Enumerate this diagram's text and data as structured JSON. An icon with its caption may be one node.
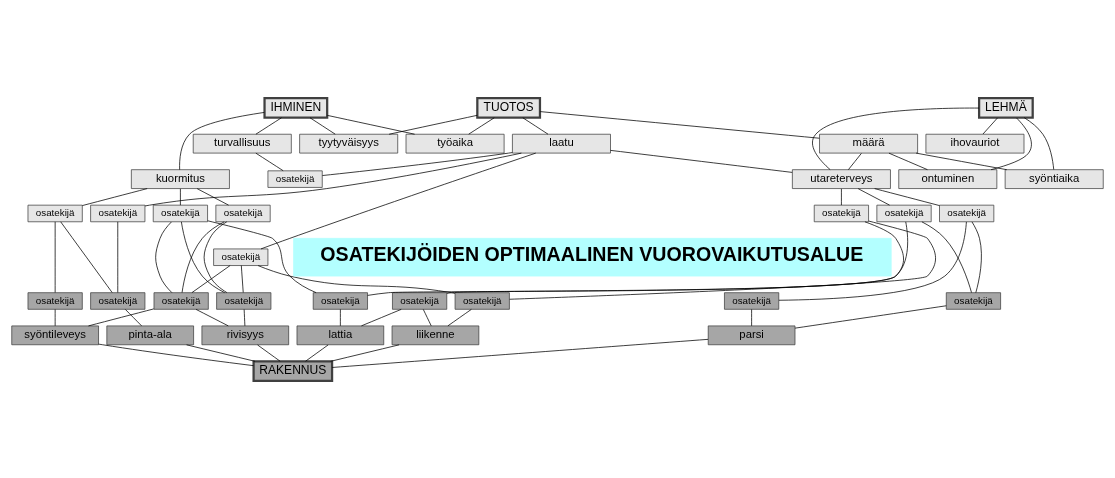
{
  "diagram": {
    "nodes": [
      {
        "text": [
          "IHMINEN"
        ]
      },
      {
        "text": [
          "TUOTOS"
        ]
      },
      {
        "text": [
          "LEHMÄ"
        ]
      },
      {
        "text": [
          "tyytyväisyys"
        ]
      },
      {
        "text": [
          "työaika"
        ]
      },
      {
        "text": [
          "turvallisuus"
        ]
      },
      {
        "text": [
          "kuormitus"
        ]
      },
      {
        "text": [
          "määrä"
        ]
      },
      {
        "text": [
          "laatu"
        ]
      },
      {
        "text": [
          "ontuminen"
        ]
      },
      {
        "text": [
          "ihovauriot"
        ]
      },
      {
        "text": [
          "syöntiaika"
        ]
      },
      {
        "text": [
          "utareterveys"
        ]
      },
      {
        "text": [
          "osatekijä"
        ]
      },
      {
        "text": [
          "osatekijä"
        ]
      },
      {
        "text": [
          "osatekijä"
        ]
      },
      {
        "text": [
          "osatekijä"
        ]
      },
      {
        "text": [
          "osatekijä"
        ]
      },
      {
        "text": [
          "osatekijä"
        ]
      },
      {
        "text": [
          "osatekijä"
        ]
      },
      {
        "text": [
          "osatekijä"
        ]
      },
      {
        "text": [
          "osatekijä"
        ]
      },
      {
        "text": [
          "OSATEKIJÖIDEN OPTIMAALINEN VUOROVAIKUTUSALUE"
        ]
      },
      {
        "text": [
          "osatekijä"
        ]
      },
      {
        "text": [
          "osatekijä"
        ]
      },
      {
        "text": [
          "osatekijä"
        ]
      },
      {
        "text": [
          "osatekijä"
        ]
      },
      {
        "text": [
          "osatekijä"
        ]
      },
      {
        "text": [
          "osatekijä"
        ]
      },
      {
        "text": [
          "osatekijä"
        ]
      },
      {
        "text": [
          "osatekijä"
        ]
      },
      {
        "text": [
          "osatekijä"
        ]
      },
      {
        "text": [
          "rivisyys"
        ]
      },
      {
        "text": [
          "syöntileveys"
        ]
      },
      {
        "text": [
          "pinta-ala"
        ]
      },
      {
        "text": [
          "liikenne"
        ]
      },
      {
        "text": [
          "lattia"
        ]
      },
      {
        "text": [
          "parsi"
        ]
      },
      {
        "text": [
          "RAKENNUS"
        ]
      }
    ],
    "edges": [
      {
        "from": 0,
        "to": 3,
        "arrow": "none"
      },
      {
        "from": 0,
        "to": 4,
        "arrow": "none"
      },
      {
        "from": 0,
        "to": 5,
        "arrow": "none"
      },
      {
        "from": 0,
        "to": 6,
        "arrow": "none"
      },
      {
        "from": 1,
        "to": 3,
        "arrow": "none"
      },
      {
        "from": 1,
        "to": 4,
        "arrow": "none"
      },
      {
        "from": 1,
        "to": 7,
        "arrow": "none"
      },
      {
        "from": 1,
        "to": 8,
        "arrow": "none"
      },
      {
        "from": 2,
        "to": 9,
        "arrow": "none"
      },
      {
        "from": 2,
        "to": 10,
        "arrow": "none"
      },
      {
        "from": 2,
        "to": 11,
        "arrow": "none"
      },
      {
        "from": 2,
        "to": 12,
        "arrow": "none"
      },
      {
        "from": 7,
        "to": 9,
        "arrow": "none"
      },
      {
        "from": 7,
        "to": 11,
        "arrow": "none"
      },
      {
        "from": 7,
        "to": 12,
        "arrow": "none"
      },
      {
        "from": 5,
        "to": 13,
        "arrow": "none"
      },
      {
        "from": 8,
        "to": 13,
        "arrow": "none"
      },
      {
        "from": 8,
        "to": 14,
        "arrow": "none"
      },
      {
        "from": 8,
        "to": 15,
        "arrow": "none"
      },
      {
        "from": 8,
        "to": 12,
        "arrow": "none"
      },
      {
        "from": 6,
        "to": 16,
        "arrow": "none"
      },
      {
        "from": 6,
        "to": 17,
        "arrow": "none"
      },
      {
        "from": 6,
        "to": 18,
        "arrow": "none"
      },
      {
        "from": 12,
        "to": 19,
        "arrow": "none"
      },
      {
        "from": 12,
        "to": 20,
        "arrow": "none"
      },
      {
        "from": 12,
        "to": 21,
        "arrow": "none"
      },
      {
        "from": 16,
        "to": 23,
        "arrow": "none"
      },
      {
        "from": 16,
        "to": 24,
        "arrow": "none"
      },
      {
        "from": 17,
        "to": 23,
        "arrow": "none"
      },
      {
        "from": 17,
        "to": 24,
        "arrow": "none"
      },
      {
        "from": 17,
        "to": 29,
        "arrow": "none"
      },
      {
        "from": 18,
        "to": 25,
        "arrow": "none"
      },
      {
        "from": 18,
        "to": 26,
        "arrow": "none"
      },
      {
        "from": 14,
        "to": 26,
        "arrow": "none"
      },
      {
        "from": 15,
        "to": 23,
        "arrow": "none"
      },
      {
        "from": 15,
        "to": 24,
        "arrow": "none"
      },
      {
        "from": 15,
        "to": 27,
        "arrow": "none"
      },
      {
        "from": 19,
        "to": 27,
        "arrow": "none"
      },
      {
        "from": 19,
        "to": 28,
        "arrow": "none"
      },
      {
        "from": 20,
        "to": 29,
        "arrow": "none"
      },
      {
        "from": 20,
        "to": 30,
        "arrow": "none"
      },
      {
        "from": 21,
        "to": 30,
        "arrow": "none"
      },
      {
        "from": 21,
        "to": 31,
        "arrow": "none"
      },
      {
        "from": 23,
        "to": 32,
        "arrow": "none"
      },
      {
        "from": 24,
        "to": 32,
        "arrow": "none"
      },
      {
        "from": 24,
        "to": 33,
        "arrow": "none"
      },
      {
        "from": 25,
        "to": 33,
        "arrow": "none"
      },
      {
        "from": 26,
        "to": 34,
        "arrow": "none"
      },
      {
        "from": 27,
        "to": 35,
        "arrow": "none"
      },
      {
        "from": 28,
        "to": 35,
        "arrow": "none"
      },
      {
        "from": 28,
        "to": 36,
        "arrow": "none"
      },
      {
        "from": 29,
        "to": 36,
        "arrow": "none"
      },
      {
        "from": 30,
        "to": 37,
        "arrow": "none"
      },
      {
        "from": 31,
        "to": 37,
        "arrow": "none"
      },
      {
        "from": 32,
        "to": 38,
        "arrow": "none"
      },
      {
        "from": 33,
        "to": 38,
        "arrow": "none"
      },
      {
        "from": 34,
        "to": 38,
        "arrow": "none"
      },
      {
        "from": 35,
        "to": 38,
        "arrow": "none"
      },
      {
        "from": 36,
        "to": 38,
        "arrow": "none"
      },
      {
        "from": 37,
        "to": 38,
        "arrow": "none"
      }
    ]
  }
}
